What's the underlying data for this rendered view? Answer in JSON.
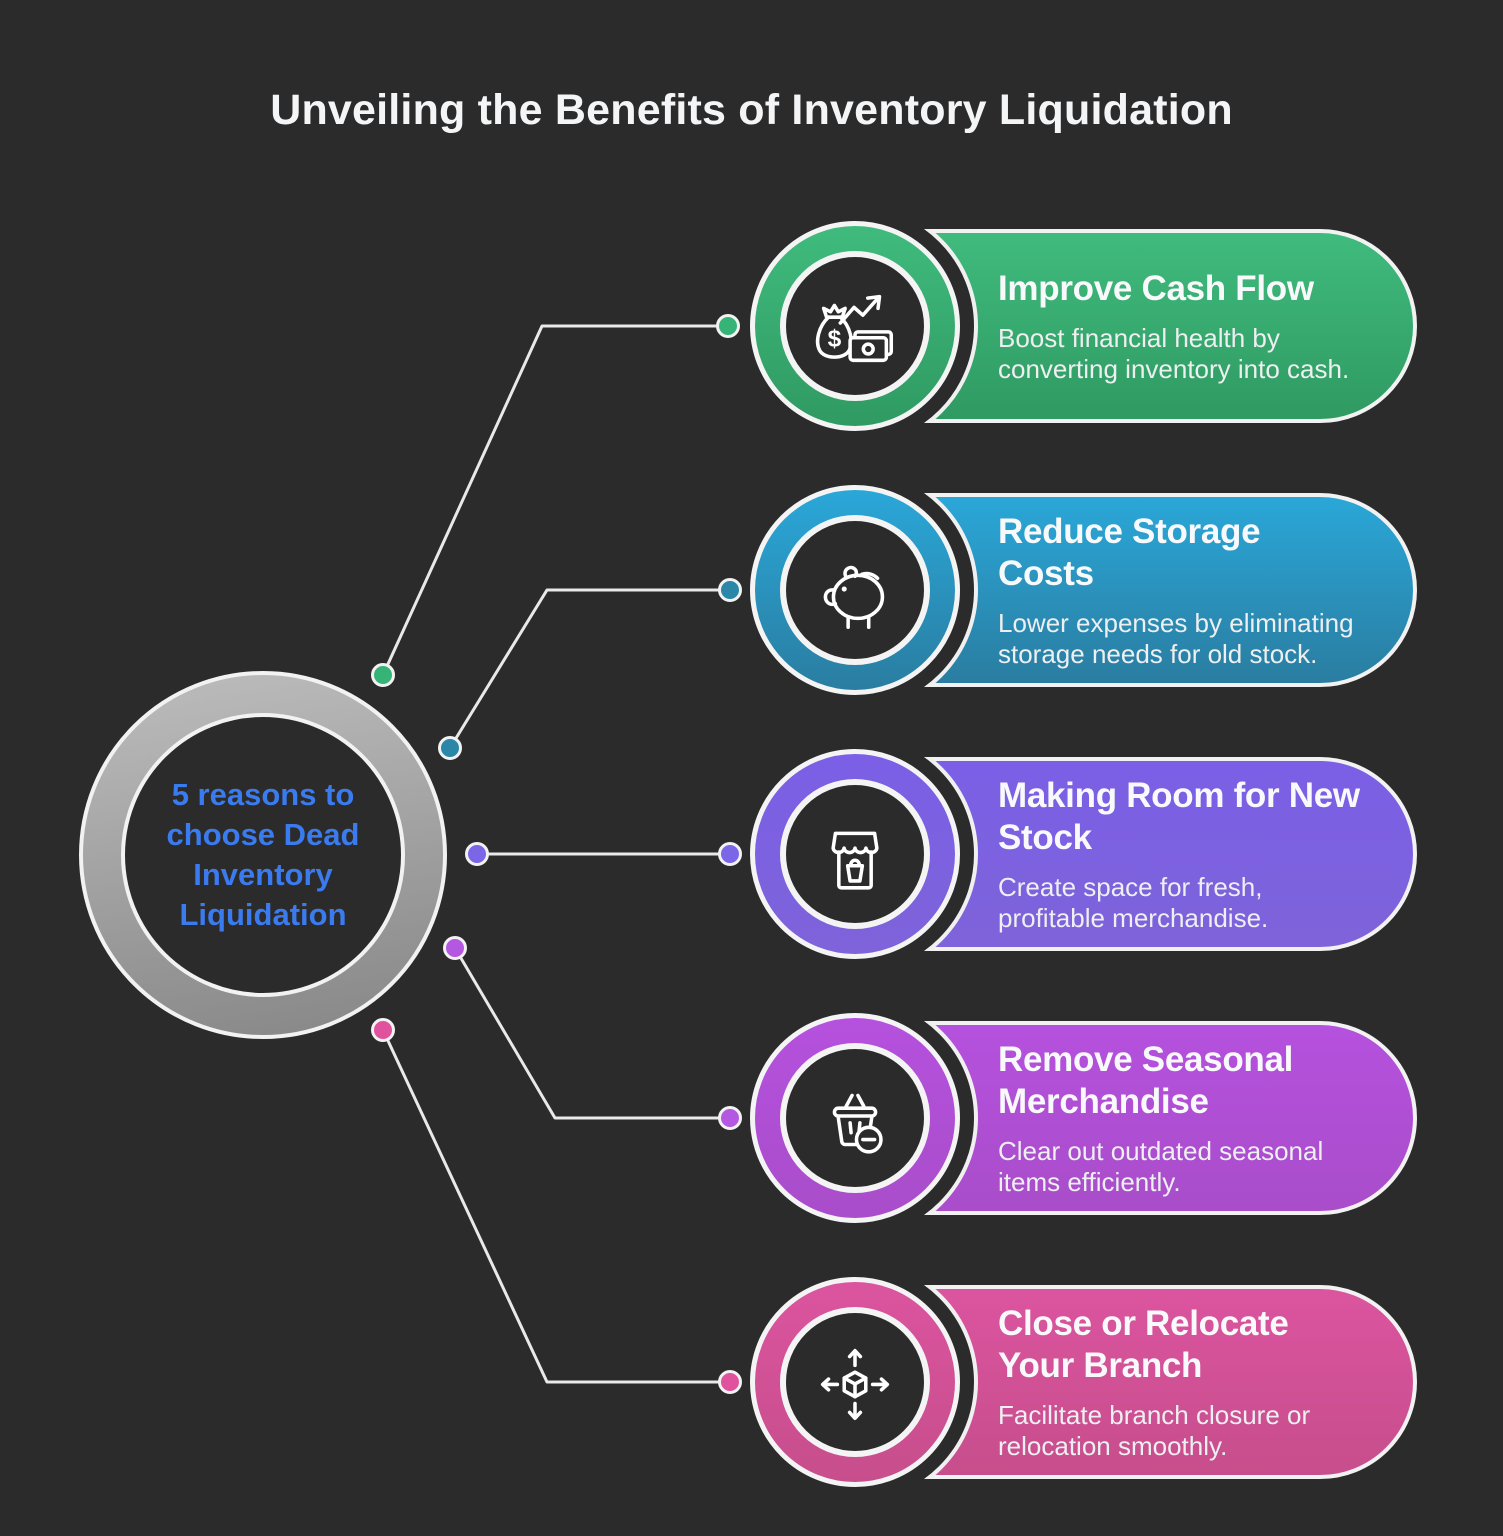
{
  "page": {
    "background_color": "#2c2b2b",
    "line_color": "#e9e9e9"
  },
  "title": "Unveiling the Benefits of Inventory Liquidation",
  "center_circle": {
    "label": "5 reasons to choose Dead Inventory Liquidation",
    "text_color": "#3b7bf0",
    "ring_gradient": [
      "#bdbdbd",
      "#868686"
    ]
  },
  "cards": [
    {
      "title": "Improve Cash Flow",
      "description": "Boost financial health by converting inventory into cash.",
      "icon": "money-bag-growth-icon",
      "gradient": [
        "#40bb7d",
        "#2f9a62"
      ],
      "dot_color": "#36b478"
    },
    {
      "title": "Reduce Storage Costs",
      "description": "Lower expenses by eliminating storage needs for old stock.",
      "icon": "piggy-bank-icon",
      "gradient": [
        "#2aa7d8",
        "#2a7da1"
      ],
      "dot_color": "#2b87a8"
    },
    {
      "title": "Making Room for New Stock",
      "description": "Create space for fresh, profitable merchandise.",
      "icon": "storefront-icon",
      "gradient": [
        "#7b5fe6",
        "#7e63da"
      ],
      "dot_color": "#7b66e8"
    },
    {
      "title": "Remove Seasonal Merchandise",
      "description": "Clear out outdated seasonal items efficiently.",
      "icon": "basket-minus-icon",
      "gradient": [
        "#b551de",
        "#a94dca"
      ],
      "dot_color": "#b458e2"
    },
    {
      "title": "Close or Relocate Your Branch",
      "description": "Facilitate branch closure or relocation smoothly.",
      "icon": "move-cube-icon",
      "gradient": [
        "#db549f",
        "#c74e8c"
      ],
      "dot_color": "#e0529d"
    }
  ]
}
